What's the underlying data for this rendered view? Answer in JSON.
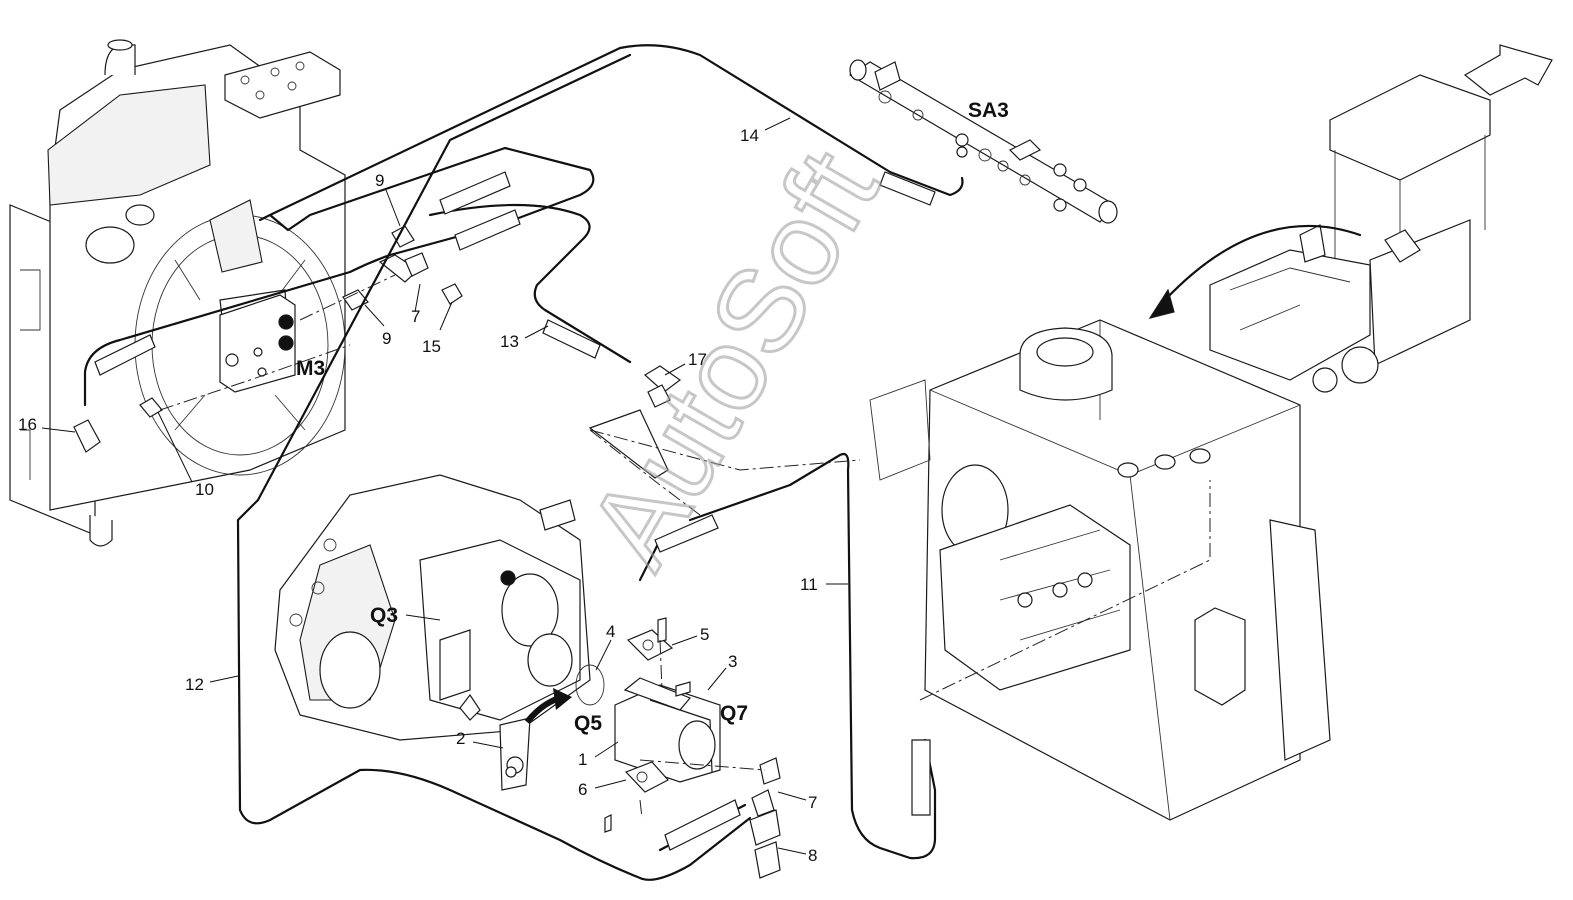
{
  "watermark": "AutoSoft",
  "callouts": {
    "c1": "1",
    "c2": "2",
    "c3": "3",
    "c4": "4",
    "c5": "5",
    "c6": "6",
    "c7a": "7",
    "c7b": "7",
    "c8": "8",
    "c9a": "9",
    "c9b": "9",
    "c10": "10",
    "c11": "11",
    "c12": "12",
    "c13": "13",
    "c14": "14",
    "c15": "15",
    "c16": "16",
    "c17": "17"
  },
  "codes": {
    "m3": "M3",
    "sa3": "SA3",
    "q3": "Q3",
    "q5": "Q5",
    "q7": "Q7"
  }
}
